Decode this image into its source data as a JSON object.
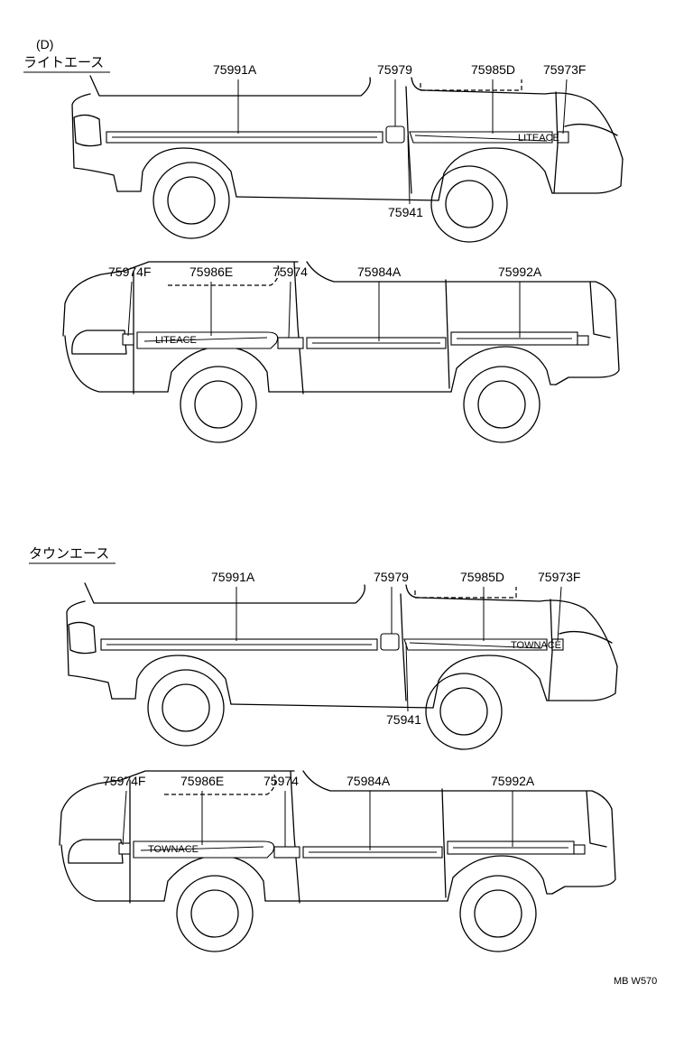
{
  "page_label": "(D)",
  "page_code": "MB W570",
  "sections": [
    {
      "title": "ライトエース",
      "badge": "LITEACE",
      "upper": {
        "callouts": [
          "75991A",
          "75979",
          "75985D",
          "75973F",
          "75941"
        ]
      },
      "lower": {
        "callouts": [
          "75974F",
          "75986E",
          "75974",
          "75984A",
          "75992A"
        ]
      }
    },
    {
      "title": "タウンエース",
      "badge": "TOWNACE",
      "upper": {
        "callouts": [
          "75991A",
          "75979",
          "75985D",
          "75973F",
          "75941"
        ]
      },
      "lower": {
        "callouts": [
          "75974F",
          "75986E",
          "75974",
          "75984A",
          "75992A"
        ]
      }
    }
  ]
}
